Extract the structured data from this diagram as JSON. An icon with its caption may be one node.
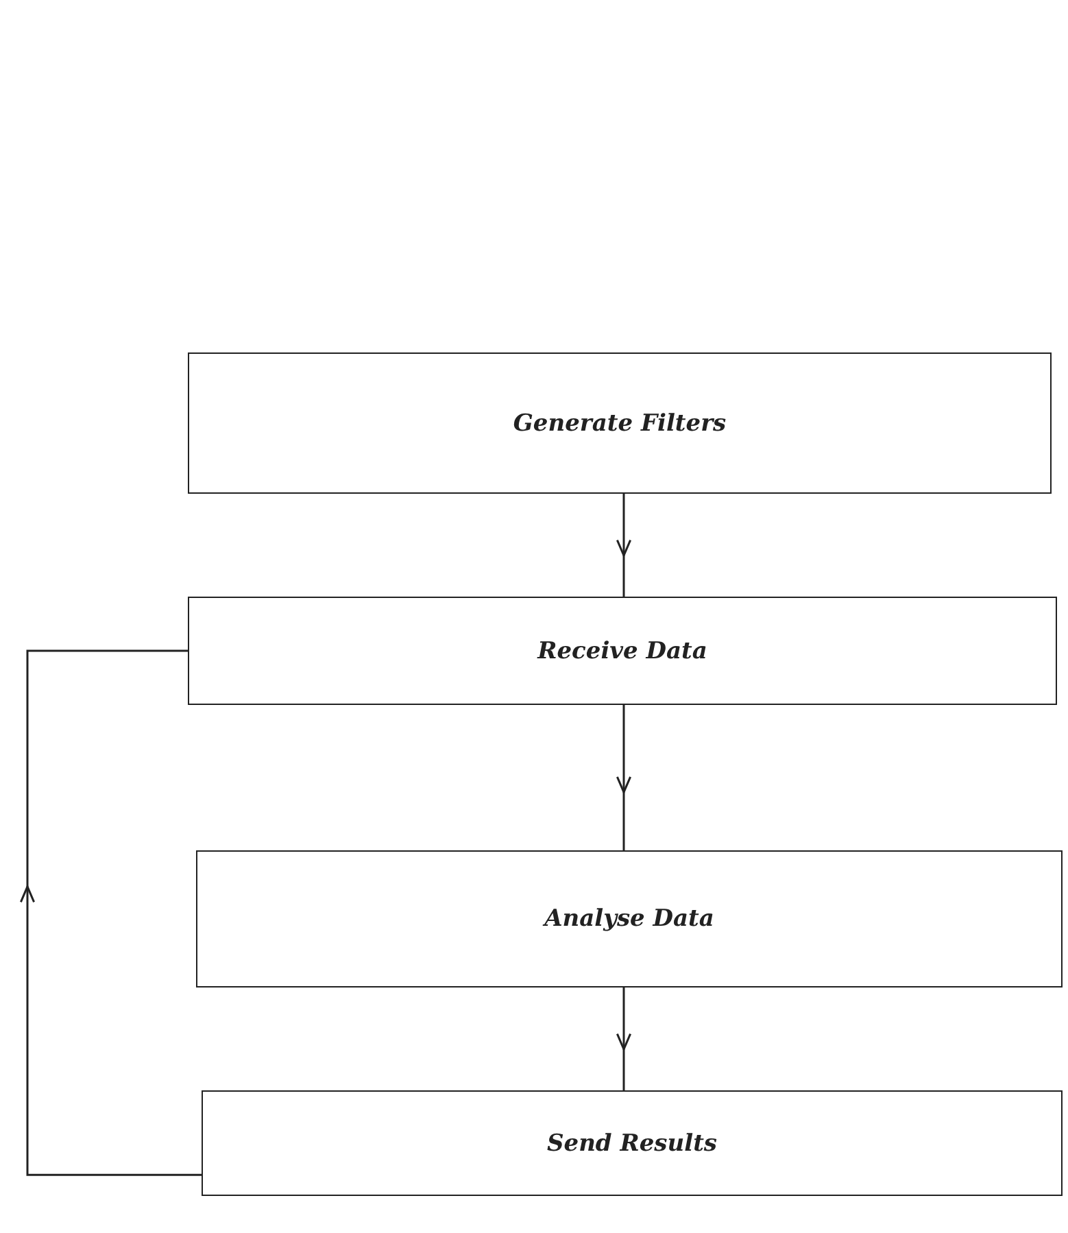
{
  "diagram": {
    "nodes": [
      {
        "text": [
          "Generate Filters"
        ]
      },
      {
        "text": [
          "Receive Data"
        ]
      },
      {
        "text": [
          "Analyse Data"
        ]
      },
      {
        "text": [
          "Send Results"
        ]
      }
    ],
    "edges": [
      {
        "from": 0,
        "to": 1,
        "arrow": "to"
      },
      {
        "from": 1,
        "to": 2,
        "arrow": "to"
      },
      {
        "from": 2,
        "to": 3,
        "arrow": "to"
      },
      {
        "from": 3,
        "to": 1,
        "arrow": "to"
      }
    ]
  }
}
